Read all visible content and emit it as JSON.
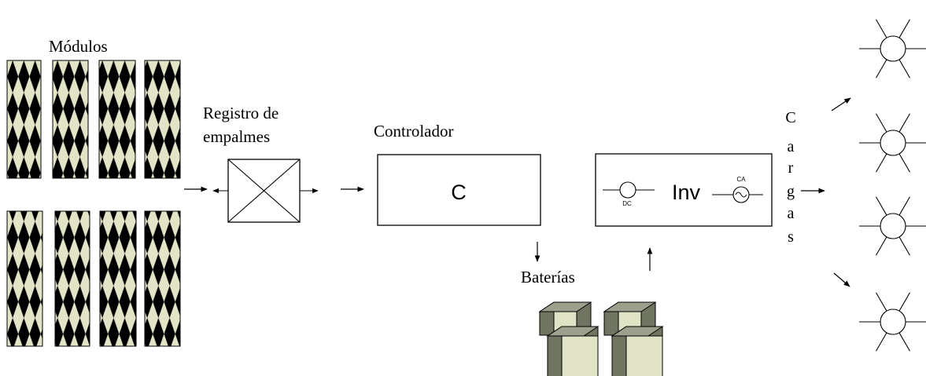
{
  "labels": {
    "modules": "Módulos",
    "junction_line1": "Registro de",
    "junction_line2": "empalmes",
    "controller": "Controlador",
    "controller_symbol": "C",
    "inverter_symbol": "Inv",
    "dc": "DC",
    "ac": "CA",
    "batteries": "Baterías",
    "loads_letters": [
      "C",
      "a",
      "r",
      "g",
      "a",
      "s"
    ]
  },
  "colors": {
    "panel_fill": "#e3e3c8",
    "diamond": "#000000",
    "battery_front": "#e1e3c7",
    "battery_side": "#6f7560",
    "battery_top": "#9ea08e",
    "stroke": "#000000"
  },
  "icons": {
    "solar_module": "solar-module-icon",
    "junction_box": "junction-box-icon",
    "battery": "battery-icon",
    "lamp": "lamp-icon"
  }
}
